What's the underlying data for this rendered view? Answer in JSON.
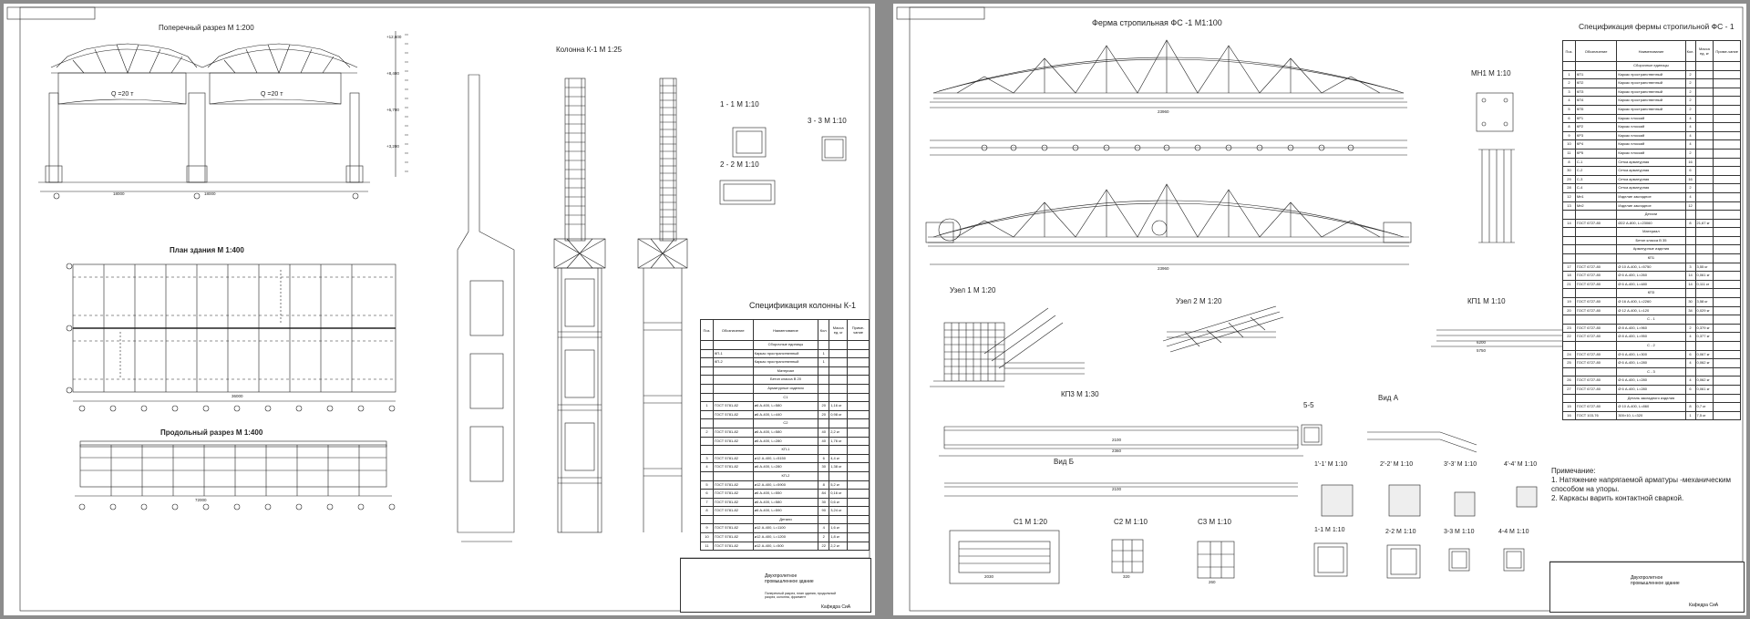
{
  "left": {
    "cross_section_title": "Поперечный разрез  М 1:200",
    "crane_load_1": "Q =20 т",
    "crane_load_2": "Q =20 т",
    "plan_title": "План здания  М 1:400",
    "longitudinal_title": "Продольный разрез  М 1:400",
    "column_title": "Колонна К-1  М 1:25",
    "section_1": "1 - 1  М 1:10",
    "section_2": "2 - 2  М 1:10",
    "section_3": "3 - 3  М 1:10",
    "spec_title": "Спецификация колонны К-1",
    "spec_headers": [
      "Поз.",
      "Обозначение",
      "Наименование",
      "Кол.",
      "Масса ед. кг",
      "Приме-чание"
    ],
    "spec_rows": [
      [
        "",
        "",
        "Сборочные единицы",
        "",
        "",
        ""
      ],
      [
        "",
        "КП-1",
        "Каркас пространственный",
        "1",
        "",
        ""
      ],
      [
        "",
        "КП-2",
        "Каркас пространственный",
        "1",
        "",
        ""
      ],
      [
        "",
        "",
        "Материал",
        "",
        "",
        ""
      ],
      [
        "",
        "",
        "Бетон класса В 20",
        "",
        "",
        ""
      ],
      [
        "",
        "",
        "Арматурные изделия",
        "",
        "",
        ""
      ],
      [
        "",
        "",
        "С1",
        "",
        "",
        ""
      ],
      [
        "1",
        "ГОСТ 5781-82",
        "ø6 А-400, L=580",
        "20",
        "1,16 кг",
        ""
      ],
      [
        "",
        "ГОСТ 5781-82",
        "ø6 А-400, L=440",
        "20",
        "0,98 кг",
        ""
      ],
      [
        "",
        "",
        "С2",
        "",
        "",
        ""
      ],
      [
        "2",
        "ГОСТ 5781-82",
        "ø6 А-400, L=580",
        "40",
        "2,2 кг",
        ""
      ],
      [
        "",
        "ГОСТ 5781-82",
        "ø6 А-400, L=280",
        "40",
        "1,76 кг",
        ""
      ],
      [
        "",
        "",
        "КП-1",
        "",
        "",
        ""
      ],
      [
        "3",
        "ГОСТ 5781-82",
        "ø12 А-400, L=5150",
        "6",
        "4,4 кг",
        ""
      ],
      [
        "4",
        "ГОСТ 5781-82",
        "ø6 А-400, L=280",
        "30",
        "1,38 кг",
        ""
      ],
      [
        "",
        "",
        "КП-2",
        "",
        "",
        ""
      ],
      [
        "5",
        "ГОСТ 5781-82",
        "ø12 А-400, L=5900",
        "8",
        "5,2 кг",
        ""
      ],
      [
        "6",
        "ГОСТ 5781-82",
        "ø6 А-400, L=550",
        "84",
        "0,16 кг",
        ""
      ],
      [
        "7",
        "ГОСТ 5781-82",
        "ø6 А-400, L=580",
        "30",
        "0,6 кг",
        ""
      ],
      [
        "8",
        "ГОСТ 5781-82",
        "ø6 А-400, L=590",
        "90",
        "3,24 кг",
        ""
      ],
      [
        "",
        "",
        "Детали",
        "",
        "",
        ""
      ],
      [
        "9",
        "ГОСТ 5781-82",
        "ø12 А-400, L=1100",
        "4",
        "1,6 кг",
        ""
      ],
      [
        "10",
        "ГОСТ 5781-82",
        "ø12 А-400, L=1200",
        "2",
        "1,8 кг",
        ""
      ],
      [
        "11",
        "ГОСТ 5781-82",
        "ø12 А-400, L=500",
        "22",
        "2,2 кг",
        ""
      ]
    ],
    "stamp_title": "Двухпролетное промышленное здание",
    "stamp_sheet": "Поперечный разрез, план здания, продольный разрез, колонна, фрагмент",
    "stamp_dept": "Кафедра СиА"
  },
  "right": {
    "truss_title": "Ферма стропильная ФС -1  М1:100",
    "mn_title": "МН1 М 1:10",
    "spec_title": "Спецификация фермы стропильной ФС  - 1",
    "node1_title": "Узел 1  М 1:20",
    "node2_title": "Узел 2  М 1:20",
    "kp1_title": "КП1  М 1:10",
    "sec66_title": "6-6",
    "kp3_title": "КП3  М 1:30",
    "sec55_title": "5-5",
    "vidA_title": "Вид А",
    "vidB_title": "Вид Б",
    "s1_title": "1'-1'  М 1:10",
    "s2_title": "2'-2'  М 1:10",
    "s3_title": "3'-3'  М 1:10",
    "s4_title": "4'-4'  М 1:10",
    "c1_title": "С1  М 1:20",
    "c2_title": "С2  М 1:10",
    "c3_title": "С3  М 1:10",
    "t1_title": "1-1  М 1:10",
    "t2_title": "2-2  М 1:10",
    "t3_title": "3-3  М 1:10",
    "t4_title": "4-4  М 1:10",
    "note_title": "Примечание:",
    "note_1": "1. Натяжение напрягаемой арматуры -механическим",
    "note_1b": "способом на упоры.",
    "note_2": "2. Каркасы варить контактной сваркой.",
    "spec_headers": [
      "Поз.",
      "Обозначение",
      "Наименование",
      "Кол.",
      "Масса ед. кг",
      "Приме-чание"
    ],
    "spec_rows": [
      [
        "",
        "",
        "Сборочные единицы",
        "",
        "",
        ""
      ],
      [
        "1",
        "КП1",
        "Каркас пространственный",
        "2",
        "",
        ""
      ],
      [
        "2",
        "КП2",
        "Каркас пространственный",
        "2",
        "",
        ""
      ],
      [
        "3",
        "КП3",
        "Каркас пространственный",
        "2",
        "",
        ""
      ],
      [
        "4",
        "КП4",
        "Каркас пространственный",
        "2",
        "",
        ""
      ],
      [
        "5",
        "КП5",
        "Каркас пространственный",
        "2",
        "",
        ""
      ],
      [
        "6",
        "КР1",
        "Каркас плоский",
        "4",
        "",
        ""
      ],
      [
        "8",
        "КР2",
        "Каркас плоский",
        "4",
        "",
        ""
      ],
      [
        "9",
        "КР3",
        "Каркас плоский",
        "4",
        "",
        ""
      ],
      [
        "10",
        "КР4",
        "Каркас плоский",
        "4",
        "",
        ""
      ],
      [
        "11",
        "КР5",
        "Каркас плоский",
        "2",
        "",
        ""
      ],
      [
        "8",
        "С-1",
        "Сетка арматурная",
        "16",
        "",
        ""
      ],
      [
        "30",
        "С-2",
        "Сетка арматурная",
        "6",
        "",
        ""
      ],
      [
        "29",
        "С-3",
        "Сетка арматурная",
        "16",
        "",
        ""
      ],
      [
        "28",
        "С-4",
        "Сетка арматурная",
        "2",
        "",
        ""
      ],
      [
        "12",
        "Мн1",
        "Изделие закладное",
        "4",
        "",
        ""
      ],
      [
        "13",
        "Мн2",
        "Изделие закладное",
        "12",
        "",
        ""
      ],
      [
        "",
        "",
        "Детали",
        "",
        "",
        ""
      ],
      [
        "14",
        "ГОСТ 6727-80",
        "Ø22 А-800, L=23060",
        "8",
        "21,67 кг",
        ""
      ],
      [
        "",
        "",
        "Материал",
        "",
        "",
        ""
      ],
      [
        "",
        "",
        "Бетон класса В 35",
        "",
        "",
        ""
      ],
      [
        "",
        "",
        "Арматурные изделия",
        "",
        "",
        ""
      ],
      [
        "",
        "",
        "КП1",
        "",
        "",
        ""
      ],
      [
        "17",
        "ГОСТ 6727-80",
        "Ø 10 А-400, L=5750",
        "3",
        "3,55 кг",
        ""
      ],
      [
        "18",
        "ГОСТ 6727-80",
        "Ø 6 А-400, L=260",
        "14",
        "0,061 кг",
        ""
      ],
      [
        "21",
        "ГОСТ 6727-80",
        "Ø 6 А-400, L=480",
        "14",
        "0,111 кг",
        ""
      ],
      [
        "",
        "",
        "КП3",
        "",
        "",
        ""
      ],
      [
        "19",
        "ГОСТ 6727-80",
        "Ø 16 А-400, L=2260",
        "30",
        "3,58 кг",
        ""
      ],
      [
        "20",
        "ГОСТ 6727-80",
        "Ø 12 А-400, L=120",
        "34",
        "0,029 кг",
        ""
      ],
      [
        "",
        "",
        "С - 1",
        "",
        "",
        ""
      ],
      [
        "23",
        "ГОСТ 6727-80",
        "Ø 8 А-400, L=960",
        "2",
        "0,379 кг",
        ""
      ],
      [
        "22",
        "ГОСТ 6727-80",
        "Ø 8 А-400, L=950",
        "4",
        "0,377 кг",
        ""
      ],
      [
        "",
        "",
        "С - 2",
        "",
        "",
        ""
      ],
      [
        "24",
        "ГОСТ 6727-80",
        "Ø 6 А-400, L=300",
        "6",
        "0,067 кг",
        ""
      ],
      [
        "25",
        "ГОСТ 6727-80",
        "Ø 6 А-400, L=280",
        "4",
        "0,062 кг",
        ""
      ],
      [
        "",
        "",
        "С - 3",
        "",
        "",
        ""
      ],
      [
        "26",
        "ГОСТ 6727-80",
        "Ø 6 А-400, L=280",
        "4",
        "0,062 кг",
        ""
      ],
      [
        "27",
        "ГОСТ 6727-80",
        "Ø 6 А-400, L=280",
        "6",
        "0,061 кг",
        ""
      ],
      [
        "",
        "",
        "Деталь закладного изделия",
        "",
        "",
        ""
      ],
      [
        "15",
        "ГОСТ 6727-80",
        "Ø 10 А-400, L=860",
        "8",
        "0,7 кг",
        ""
      ],
      [
        "16",
        "ГОСТ 103-76",
        "300×10, L=320",
        "1",
        "7,5 кг",
        ""
      ]
    ],
    "stamp_title": "Двухпролетное промышленное здание",
    "stamp_dept": "Кафедра СиА"
  }
}
